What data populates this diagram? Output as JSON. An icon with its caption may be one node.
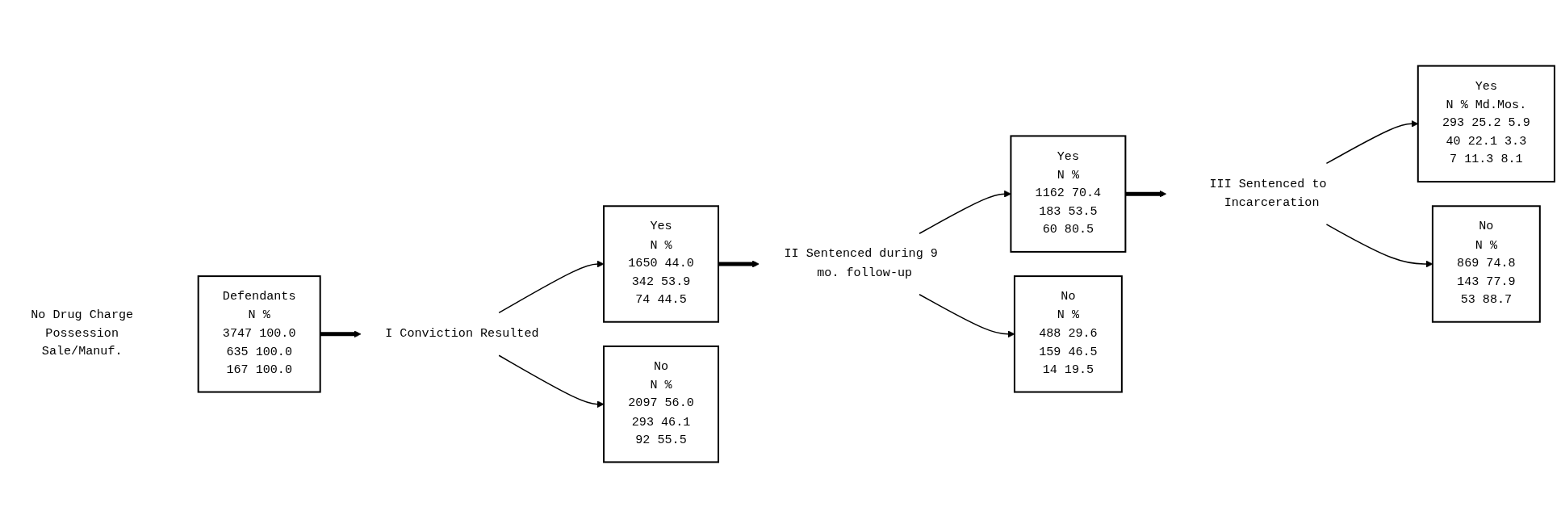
{
  "diagram": {
    "nodes": [
      {
        "text": [
          "Defendants",
          "N %",
          "3747 100.0",
          "635 100.0",
          "167 100.0"
        ],
        "beside": [
          "No Drug Charge",
          "Possession",
          "Sale/Manuf."
        ]
      },
      {
        "text": [
          "I Conviction Resulted"
        ]
      },
      {
        "text": [
          "Yes",
          "N %",
          "1650 44.0",
          "342 53.9",
          "74 44.5"
        ]
      },
      {
        "text": [
          "No",
          "N %",
          "2097 56.0",
          "293 46.1",
          "92 55.5"
        ]
      },
      {
        "text": [
          "II Sentenced during 9 mo. follow-up"
        ]
      },
      {
        "text": [
          "Yes",
          "N %",
          "1162 70.4",
          "183 53.5",
          "60 80.5"
        ]
      },
      {
        "text": [
          "No",
          "N %",
          "488 29.6",
          "159 46.5",
          "14 19.5"
        ]
      },
      {
        "text": [
          "III Sentenced to Incarceration"
        ]
      },
      {
        "text": [
          "Yes",
          "N % Md.Mos.",
          "293 25.2 5.9",
          "40 22.1 3.3",
          "7 11.3 8.1"
        ]
      },
      {
        "text": [
          "No",
          "N %",
          "869 74.8",
          "143 77.9",
          "53 88.7"
        ]
      }
    ],
    "edges": [
      {
        "from": 0,
        "to": 1,
        "arrow": "to",
        "style": "thick"
      },
      {
        "from": 1,
        "to": 2,
        "arrow": "to"
      },
      {
        "from": 1,
        "to": 3,
        "arrow": "to"
      },
      {
        "from": 2,
        "to": 4,
        "arrow": "to",
        "style": "thick"
      },
      {
        "from": 4,
        "to": 5,
        "arrow": "to"
      },
      {
        "from": 4,
        "to": 6,
        "arrow": "to"
      },
      {
        "from": 5,
        "to": 7,
        "arrow": "to",
        "style": "thick"
      },
      {
        "from": 7,
        "to": 8,
        "arrow": "to"
      },
      {
        "from": 7,
        "to": 9,
        "arrow": "to"
      }
    ]
  }
}
